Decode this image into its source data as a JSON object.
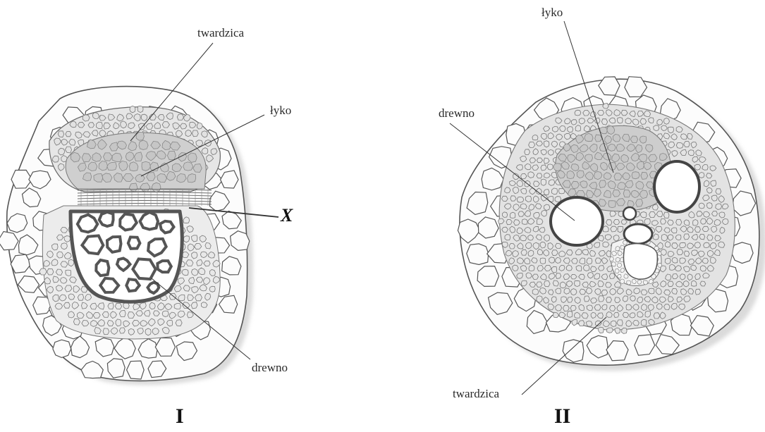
{
  "figure_I": {
    "number": "I",
    "labels": {
      "sclerenchyma": "twardzica",
      "phloem": "łyko",
      "xylem": "drewno",
      "cambium_marker": "X"
    }
  },
  "figure_II": {
    "number": "II",
    "labels": {
      "phloem": "łyko",
      "xylem": "drewno",
      "sclerenchyma": "twardzica"
    }
  },
  "colors": {
    "outline": "#555555",
    "cell_fill": "#fbfbfb",
    "phloem_fill": "#cfcfcf",
    "xylem_wall": "#5a5a5a",
    "sclerenchyma_fill": "#e4e4e4"
  }
}
